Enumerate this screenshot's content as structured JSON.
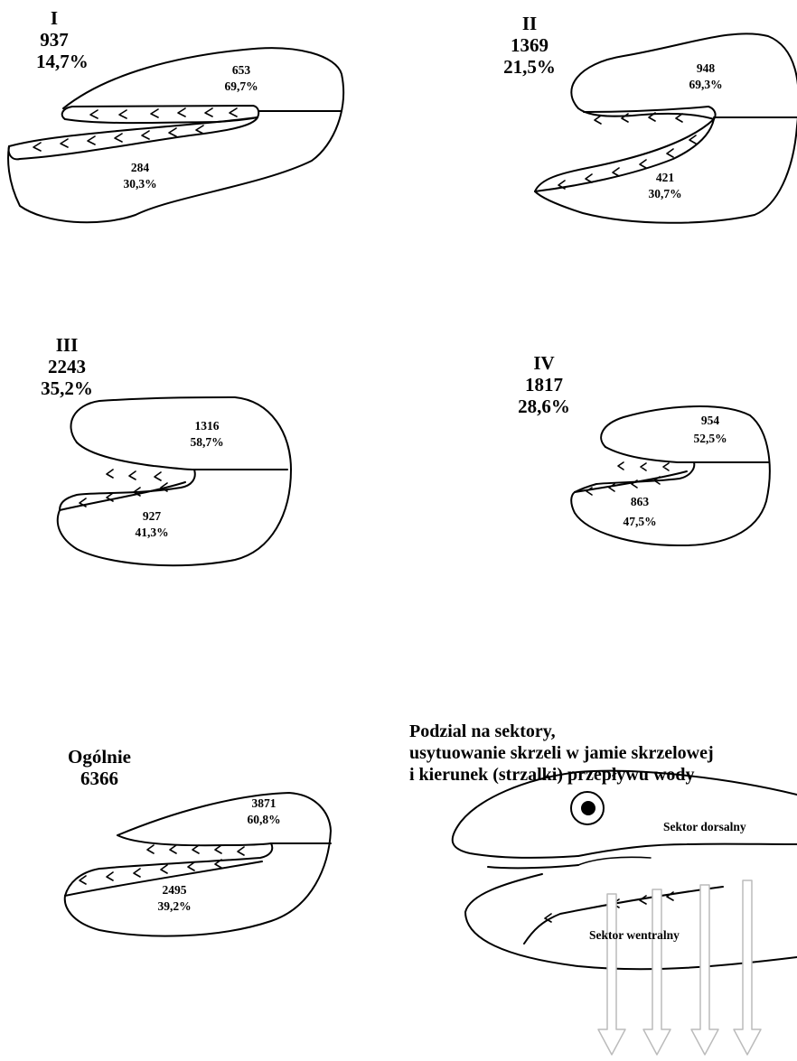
{
  "panels": {
    "I": {
      "label": "I",
      "total": "937",
      "share": "14,7%",
      "dorsal_count": "653",
      "dorsal_pct": "69,7%",
      "ventral_count": "284",
      "ventral_pct": "30,3%"
    },
    "II": {
      "label": "II",
      "total": "1369",
      "share": "21,5%",
      "dorsal_count": "948",
      "dorsal_pct": "69,3%",
      "ventral_count": "421",
      "ventral_pct": "30,7%"
    },
    "III": {
      "label": "III",
      "total": "2243",
      "share": "35,2%",
      "dorsal_count": "1316",
      "dorsal_pct": "58,7%",
      "ventral_count": "927",
      "ventral_pct": "41,3%"
    },
    "IV": {
      "label": "IV",
      "total": "1817",
      "share": "28,6%",
      "dorsal_count": "954",
      "dorsal_pct": "52,5%",
      "ventral_count": "863",
      "ventral_pct": "47,5%"
    },
    "overall": {
      "label": "Ogólnie",
      "total": "6366",
      "dorsal_count": "3871",
      "dorsal_pct": "60,8%",
      "ventral_count": "2495",
      "ventral_pct": "39,2%"
    }
  },
  "legend": {
    "caption_lines": [
      "Podzial na sektory,",
      "usytuowanie skrzeli w jamie skrzelowej",
      "i kierunek (strzalki) przepływu wody"
    ],
    "dorsal_label": "Sektor dorsalny",
    "ventral_label": "Sektor wentralny"
  }
}
